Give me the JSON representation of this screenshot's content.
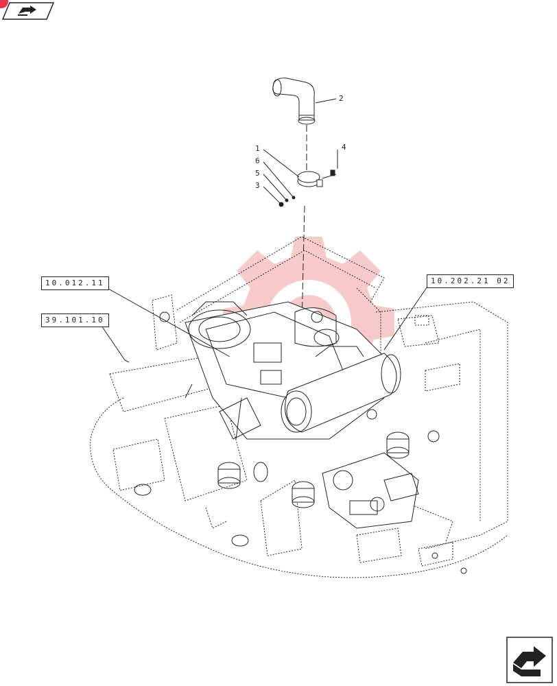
{
  "page": {
    "background": "#ffffff",
    "line_color": "#222222",
    "watermark_color": "#f2a0a0"
  },
  "header": {
    "badge_icon": "book-arrow-icon",
    "corner_mark_color": "#e8334a"
  },
  "callouts": [
    {
      "id": "1",
      "text": "1"
    },
    {
      "id": "2",
      "text": "2"
    },
    {
      "id": "3",
      "text": "3"
    },
    {
      "id": "4",
      "text": "4"
    },
    {
      "id": "5",
      "text": "5"
    },
    {
      "id": "6",
      "text": "6"
    }
  ],
  "references": {
    "left_top": "10.012.11",
    "left_bottom": "39.101.10",
    "right_top": "10.202.21 02"
  },
  "watermark": {
    "icon": "gear-wrench-icon"
  },
  "footer": {
    "nav_icon": "next-page-arrow-icon"
  }
}
